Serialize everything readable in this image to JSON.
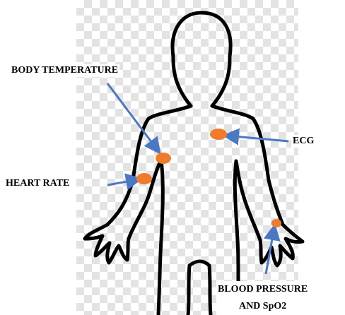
{
  "labels": {
    "body_temperature": "BODY TEMPERATURE",
    "heart_rate": "HEART RATE",
    "ecg": "ECG",
    "blood_pressure_line1": "BLOOD PRESSURE",
    "blood_pressure_line2": "AND SpO2"
  },
  "colors": {
    "sensor": "#f07b2a",
    "arrow": "#4b78c5",
    "outline": "#000000",
    "checker": "#e3e3e3"
  }
}
